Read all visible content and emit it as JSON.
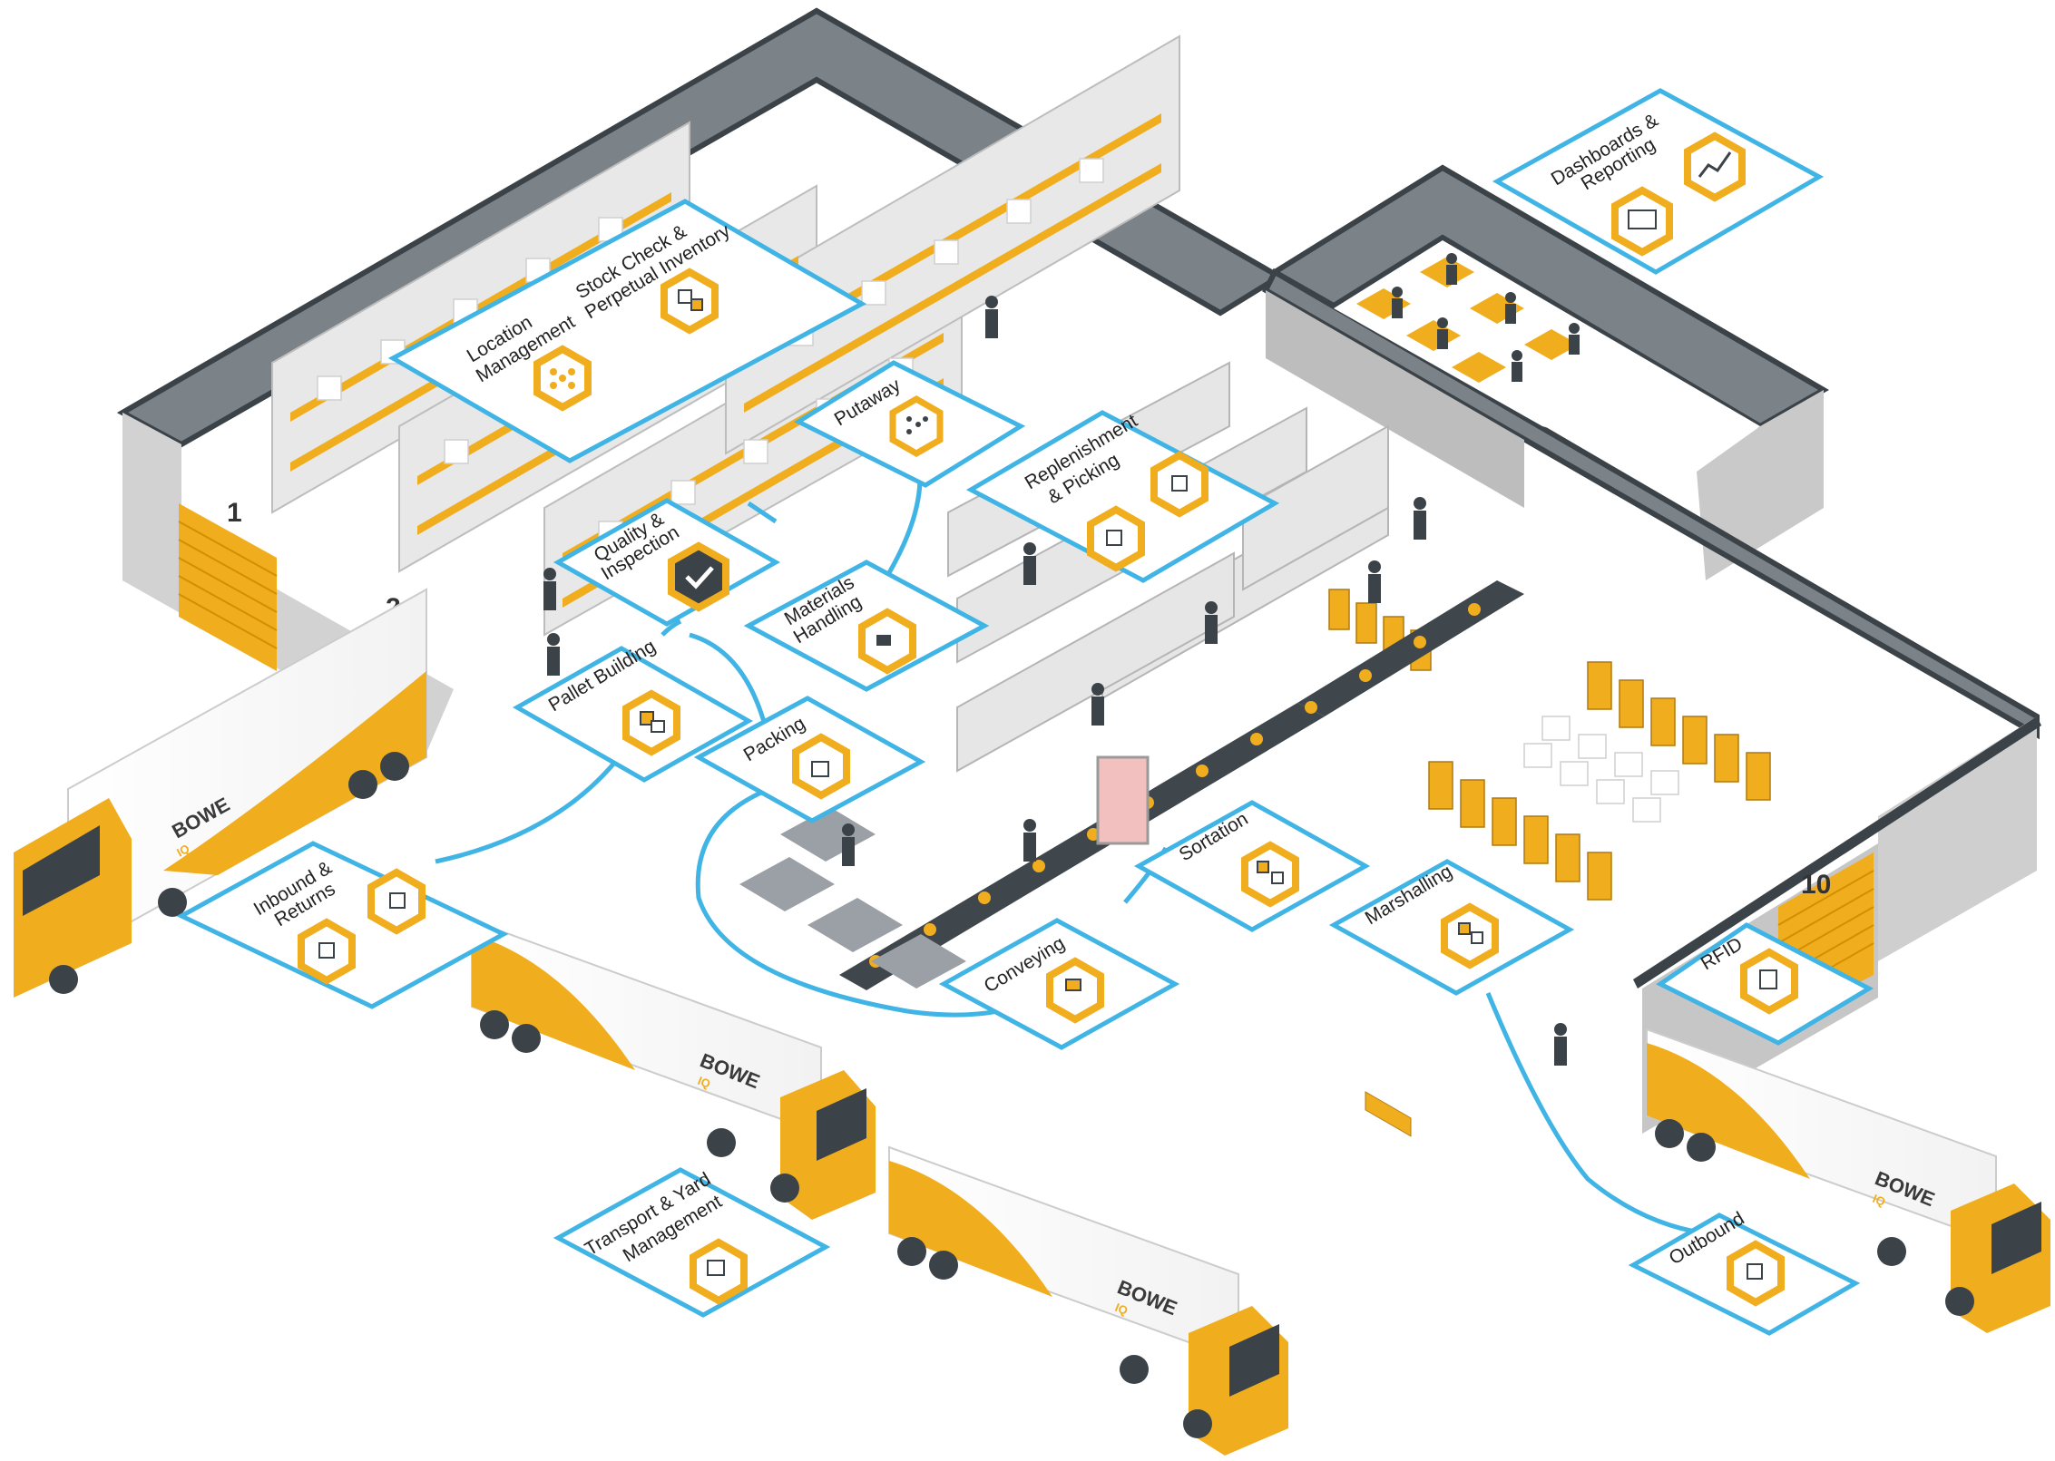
{
  "colors": {
    "accent": "#f0ad1e",
    "connector": "#3fb4e5",
    "wall": "#c9c9c9",
    "roof": "#7c8388",
    "outline": "#3b4248",
    "conveyor": "#3f464c"
  },
  "docks": {
    "d1": "1",
    "d2": "2",
    "d10": "10"
  },
  "brand": {
    "name": "BOWE",
    "sub": "IQ"
  },
  "modules": {
    "location_management": {
      "line1": "Location",
      "line2": "Management",
      "icon": "rack-grid-icon"
    },
    "stock_check": {
      "line1": "Stock Check &",
      "line2": "Perpetual Inventory",
      "icon": "stock-boxes-icon"
    },
    "putaway": {
      "line1": "Putaway",
      "icon": "putaway-rack-icon"
    },
    "replenishment": {
      "line1": "Replenishment",
      "line2": "& Picking",
      "icon": "picking-boxes-icon"
    },
    "quality": {
      "line1": "Quality &",
      "line2": "Inspection",
      "icon": "checkmark-badge-icon"
    },
    "materials_handling": {
      "line1": "Materials",
      "line2": "Handling",
      "icon": "forklift-icon"
    },
    "pallet_building": {
      "line1": "Pallet Building",
      "icon": "pallet-icon"
    },
    "packing": {
      "line1": "Packing",
      "icon": "open-box-icon"
    },
    "inbound": {
      "line1": "Inbound &",
      "line2": "Returns",
      "icon": "inbound-box-icon"
    },
    "conveying": {
      "line1": "Conveying",
      "icon": "conveyor-icon"
    },
    "sortation": {
      "line1": "Sortation",
      "icon": "sort-boxes-icon"
    },
    "marshalling": {
      "line1": "Marshalling",
      "icon": "marshalling-boxes-icon"
    },
    "rfid": {
      "line1": "RFID",
      "icon": "rfid-tag-icon"
    },
    "outbound": {
      "line1": "Outbound",
      "icon": "outbound-box-icon"
    },
    "transport": {
      "line1": "Transport & Yard",
      "line2": "Management",
      "icon": "calendar-truck-icon"
    },
    "dashboards": {
      "line1": "Dashboards &",
      "line2": "Reporting",
      "icon": "chart-monitor-icon"
    }
  }
}
